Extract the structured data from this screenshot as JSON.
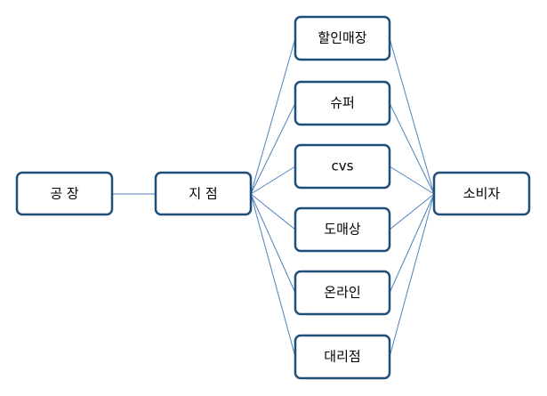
{
  "diagram": {
    "colors": {
      "node_border": "#1F4E79",
      "edge": "#4F81BD",
      "text": "#000000"
    },
    "nodes": [
      {
        "id": "factory",
        "label": "공 장"
      },
      {
        "id": "branch",
        "label": "지 점"
      },
      {
        "id": "discount",
        "label": "할인매장"
      },
      {
        "id": "super",
        "label": "슈퍼"
      },
      {
        "id": "cvs",
        "label": "cvs"
      },
      {
        "id": "wholesale",
        "label": "도매상"
      },
      {
        "id": "online",
        "label": "온라인"
      },
      {
        "id": "agency",
        "label": "대리점"
      },
      {
        "id": "consumer",
        "label": "소비자"
      }
    ],
    "edges": [
      {
        "from": "factory",
        "to": "branch"
      },
      {
        "from": "branch",
        "to": "discount"
      },
      {
        "from": "branch",
        "to": "super"
      },
      {
        "from": "branch",
        "to": "cvs"
      },
      {
        "from": "branch",
        "to": "wholesale"
      },
      {
        "from": "branch",
        "to": "online"
      },
      {
        "from": "branch",
        "to": "agency"
      },
      {
        "from": "discount",
        "to": "consumer"
      },
      {
        "from": "super",
        "to": "consumer"
      },
      {
        "from": "cvs",
        "to": "consumer"
      },
      {
        "from": "wholesale",
        "to": "consumer"
      },
      {
        "from": "online",
        "to": "consumer"
      },
      {
        "from": "agency",
        "to": "consumer"
      }
    ]
  }
}
